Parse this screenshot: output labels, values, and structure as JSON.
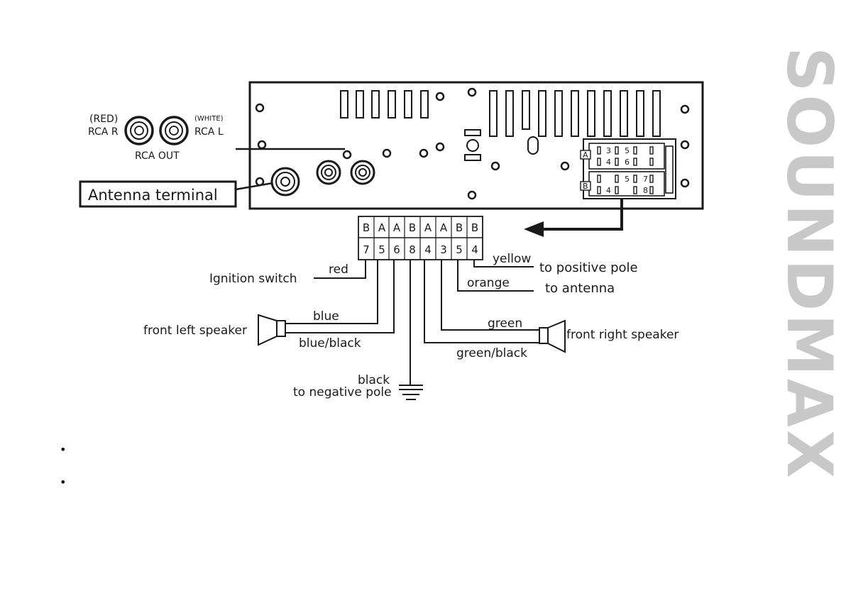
{
  "brand": {
    "name": "SOUNDMAX"
  },
  "head_unit": {
    "rca": {
      "red_note": "(RED)",
      "red_label": "RCA R",
      "white_note": "(WHITE)",
      "white_label": "RCA L",
      "out_label": "RCA OUT"
    },
    "antenna_label": "Antenna terminal",
    "iso_block_a": {
      "letter": "A",
      "row1": [
        "3",
        "5"
      ],
      "row2": [
        "4",
        "6"
      ]
    },
    "iso_block_b": {
      "letter": "B",
      "row1": [
        "5",
        "7"
      ],
      "row2": [
        "4",
        "8"
      ]
    }
  },
  "connector": {
    "groups": [
      "B",
      "A",
      "A",
      "B",
      "A",
      "A",
      "B",
      "B"
    ],
    "pins": [
      "7",
      "5",
      "6",
      "8",
      "4",
      "3",
      "5",
      "4"
    ]
  },
  "wires": {
    "red": "red",
    "ignition": "Ignition switch",
    "yellow": "yellow",
    "positive": "to positive pole",
    "orange": "orange",
    "antenna": "to antenna",
    "blue": "blue",
    "blue_black": "blue/black",
    "front_left": "front left speaker",
    "green": "green",
    "green_black": "green/black",
    "front_right": "front right speaker",
    "black": "black",
    "negative": "to negative pole"
  },
  "notes": [
    "",
    ""
  ]
}
